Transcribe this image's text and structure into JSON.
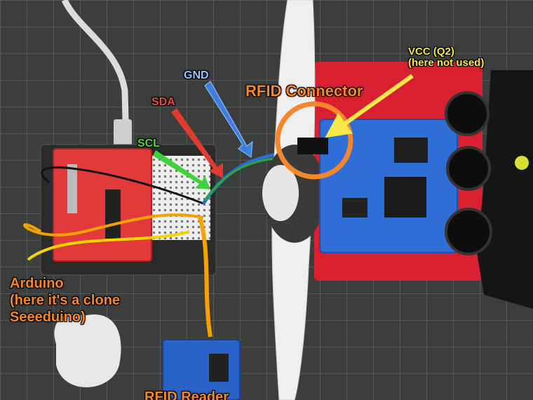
{
  "labels": {
    "rfid_connector": "RFID Connector",
    "vcc": "VCC (Q2)\n(here not used)",
    "gnd": "GND",
    "sda": "SDA",
    "scl": "SCL",
    "arduino": "Arduino\n(here it's a clone\nSeeeduino)",
    "rfid_reader": "RFID Reader"
  },
  "colors": {
    "rfid_connector": "#f5872a",
    "vcc": "#f7e84a",
    "gnd": "#8ec7ff",
    "sda": "#f04a3a",
    "scl": "#56d83c",
    "arduino": "#f5872a",
    "rfid_reader": "#f5872a"
  }
}
